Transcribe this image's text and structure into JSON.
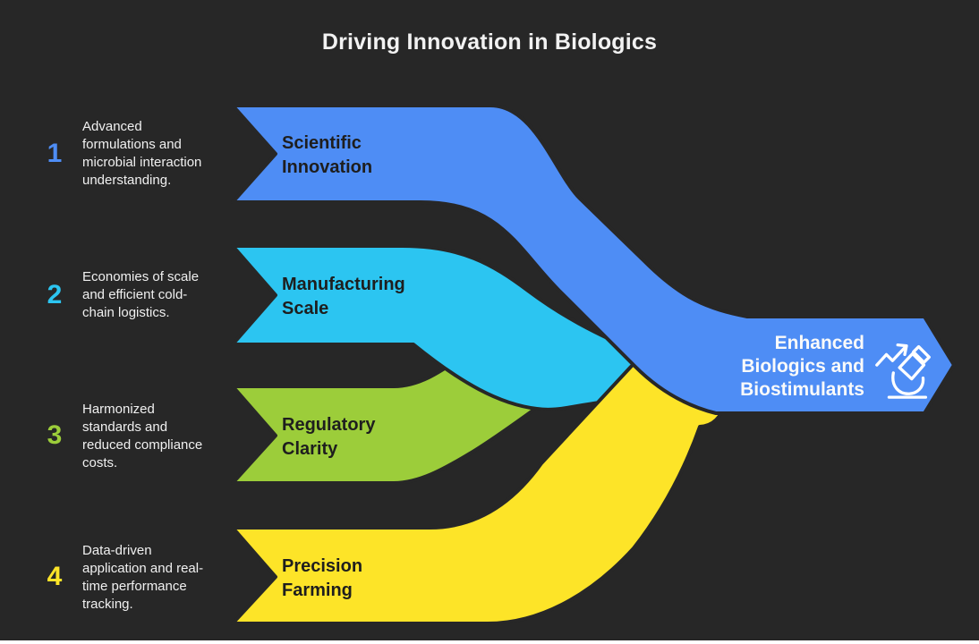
{
  "title": "Driving Innovation in Biologics",
  "colors": {
    "background": "#272727",
    "blue": "#4e8df5",
    "cyan": "#2cc5f1",
    "green": "#9ccd3a",
    "yellow": "#fde428",
    "label_dark": "#1e1e1e",
    "text_light": "#f2f2f2"
  },
  "items": [
    {
      "number": "1",
      "desc_lines": [
        "Advanced",
        "formulations and",
        "microbial interaction",
        "understanding."
      ],
      "label_lines": [
        "Scientific",
        "Innovation"
      ]
    },
    {
      "number": "2",
      "desc_lines": [
        "Economies of scale",
        "and efficient cold-",
        "chain logistics."
      ],
      "label_lines": [
        "Manufacturing",
        "Scale"
      ]
    },
    {
      "number": "3",
      "desc_lines": [
        "Harmonized",
        "standards and",
        "reduced compliance",
        "costs."
      ],
      "label_lines": [
        "Regulatory",
        "Clarity"
      ]
    },
    {
      "number": "4",
      "desc_lines": [
        "Data-driven",
        "application and real-",
        "time performance",
        "tracking."
      ],
      "label_lines": [
        "Precision",
        "Farming"
      ]
    }
  ],
  "outcome": {
    "lines": [
      "Enhanced",
      "Biologics and",
      "Biostimulants"
    ],
    "icon": "microscope"
  }
}
